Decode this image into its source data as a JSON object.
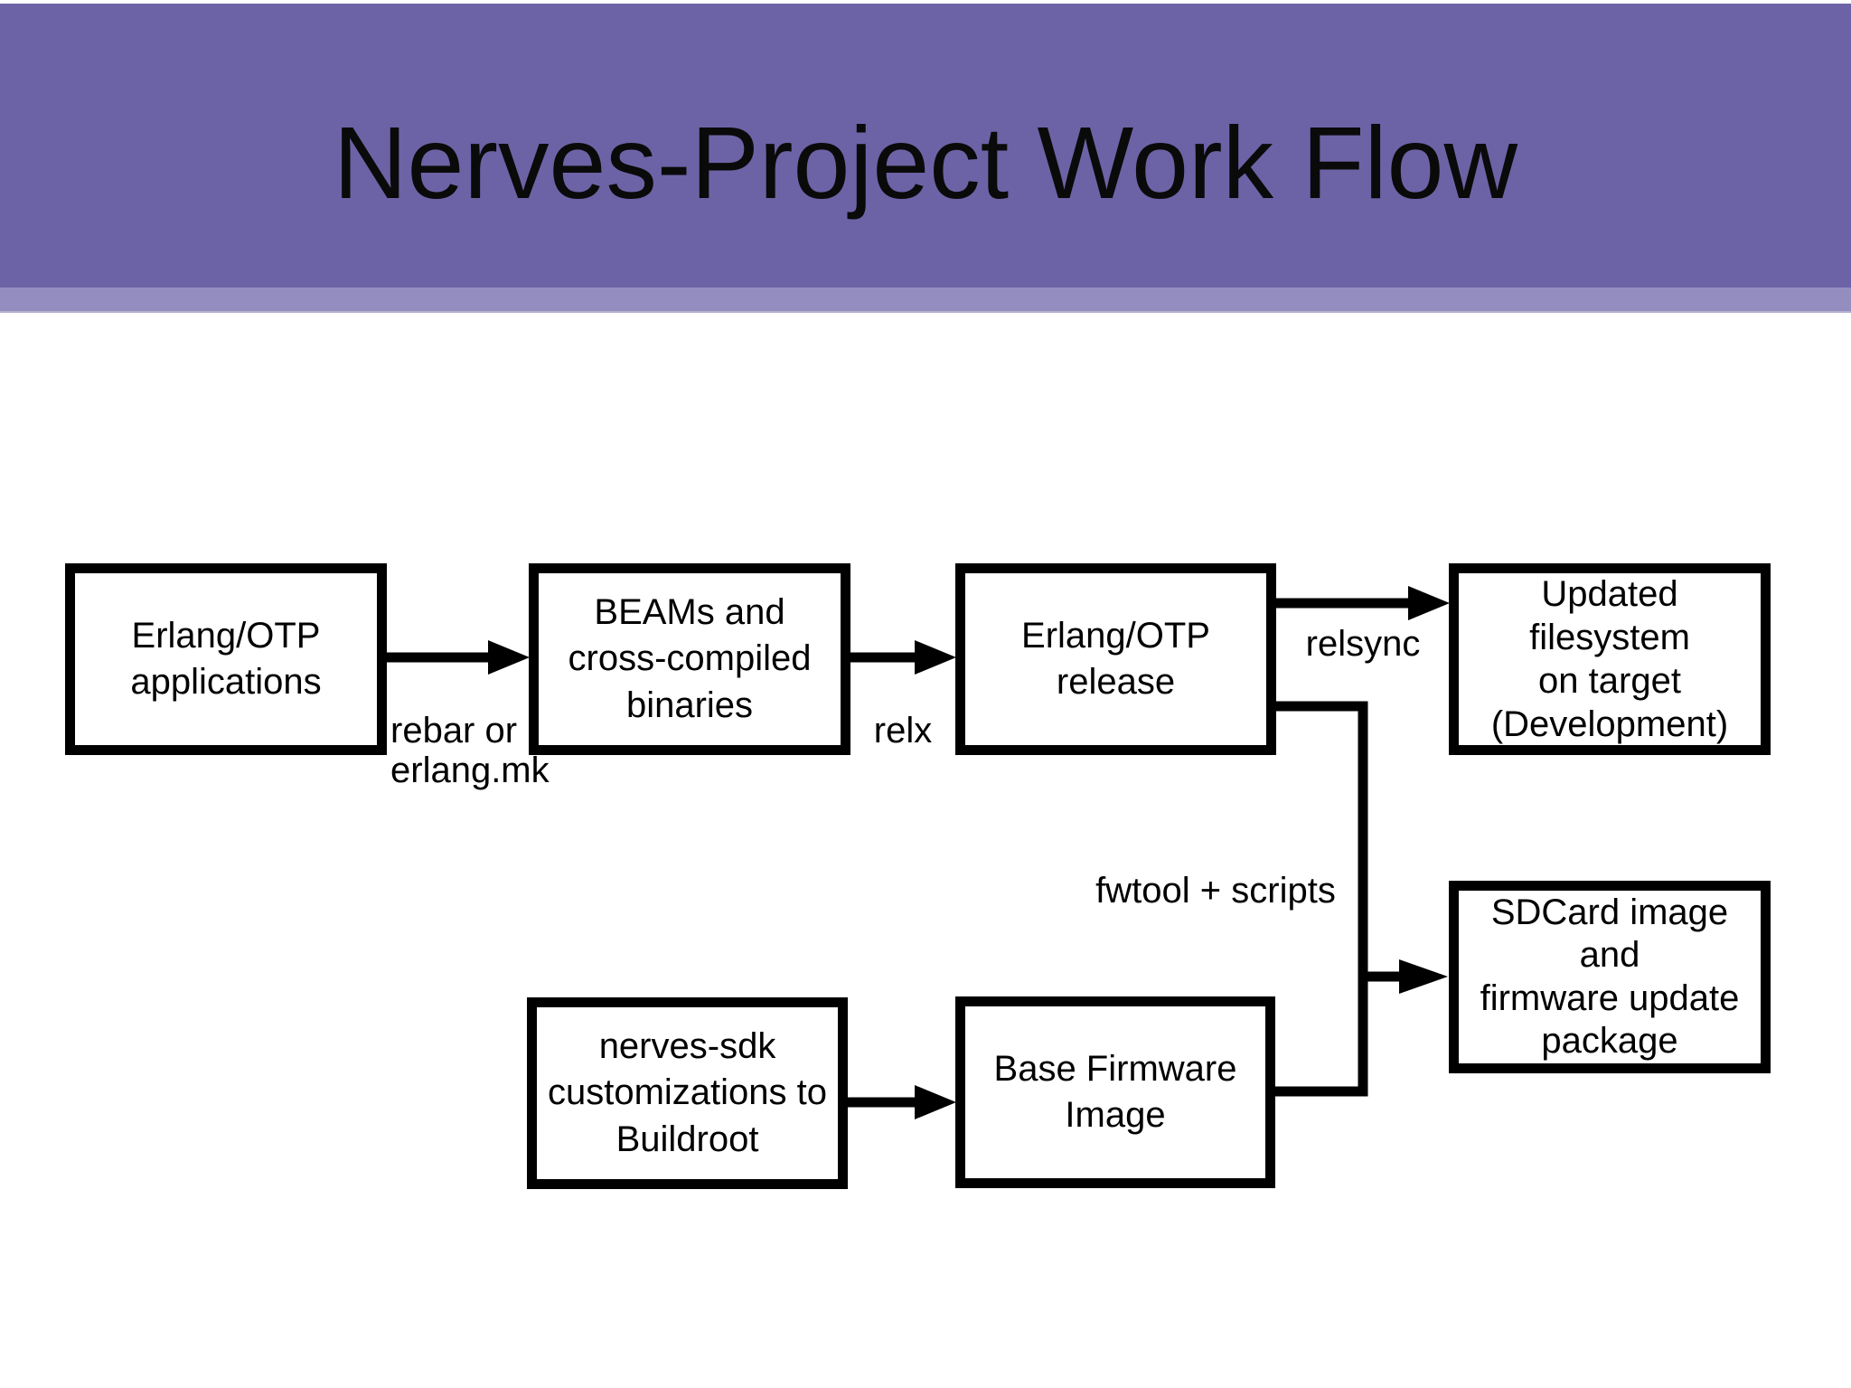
{
  "header": {
    "title": "Nerves-Project Work Flow"
  },
  "colors": {
    "header_bg": "#6C63A6",
    "header_strip": "#948DC0",
    "box_fill": "#FFFFFF",
    "box_border": "#000000",
    "text": "#000000"
  },
  "diagram": {
    "nodes": [
      {
        "id": "erlang-otp-applications",
        "label": "Erlang/OTP\napplications"
      },
      {
        "id": "beams-binaries",
        "label": "BEAMs and\ncross-compiled\nbinaries"
      },
      {
        "id": "erlang-otp-release",
        "label": "Erlang/OTP\nrelease"
      },
      {
        "id": "updated-filesystem",
        "label": "Updated filesystem\non target\n(Development)"
      },
      {
        "id": "sdcard-image",
        "label": "SDCard image\nand\nfirmware update\npackage"
      },
      {
        "id": "nerves-sdk",
        "label": "nerves-sdk\ncustomizations to\nBuildroot"
      },
      {
        "id": "base-firmware",
        "label": "Base Firmware\nImage"
      }
    ],
    "edges": [
      {
        "from": "erlang-otp-applications",
        "to": "beams-binaries",
        "label": "rebar or\nerlang.mk"
      },
      {
        "from": "beams-binaries",
        "to": "erlang-otp-release",
        "label": "relx"
      },
      {
        "from": "erlang-otp-release",
        "to": "updated-filesystem",
        "label": "relsync"
      },
      {
        "from": "erlang-otp-release",
        "to": "sdcard-image",
        "label": "fwtool + scripts"
      },
      {
        "from": "base-firmware",
        "to": "sdcard-image",
        "label": ""
      },
      {
        "from": "nerves-sdk",
        "to": "base-firmware",
        "label": ""
      }
    ]
  }
}
